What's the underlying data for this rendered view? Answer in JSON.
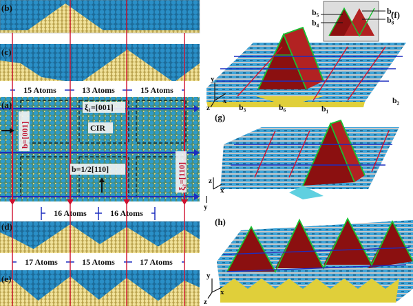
{
  "panels": {
    "a": "(a)",
    "b": "(b)",
    "c": "(c)",
    "d": "(d)",
    "e": "(e)",
    "f": "(f)",
    "g": "(g)",
    "h": "(h)"
  },
  "spacing_labels": {
    "row_a_top": [
      "15 Atoms",
      "13 Atoms",
      "15 Atoms"
    ],
    "row_a_bottom": [
      "16 Atoms",
      "16 Atoms"
    ],
    "row_d_bottom": [
      "17 Atoms",
      "15 Atoms",
      "17 Atoms"
    ]
  },
  "panel_a": {
    "xi1": "ξ₁=[001]",
    "xi2": "ξ₂=[110]",
    "b_left": "b=[001]",
    "b_center": "b=1/2[110]",
    "cir": "CIR"
  },
  "panel_f": {
    "burgers": [
      "b₁",
      "b₂",
      "b₃",
      "b₆"
    ],
    "inset": [
      "b₅",
      "b₄",
      "b₇",
      "b₈"
    ]
  },
  "axes": {
    "x": "x",
    "y": "y",
    "z": "z"
  },
  "colors": {
    "blue_atom": "#2a8fc7",
    "yellow_atom": "#f1e29a",
    "red_line": "#d0102e",
    "blue_line": "#1d2dbf",
    "green": "#18c231",
    "dark_red": "#8b1010"
  }
}
